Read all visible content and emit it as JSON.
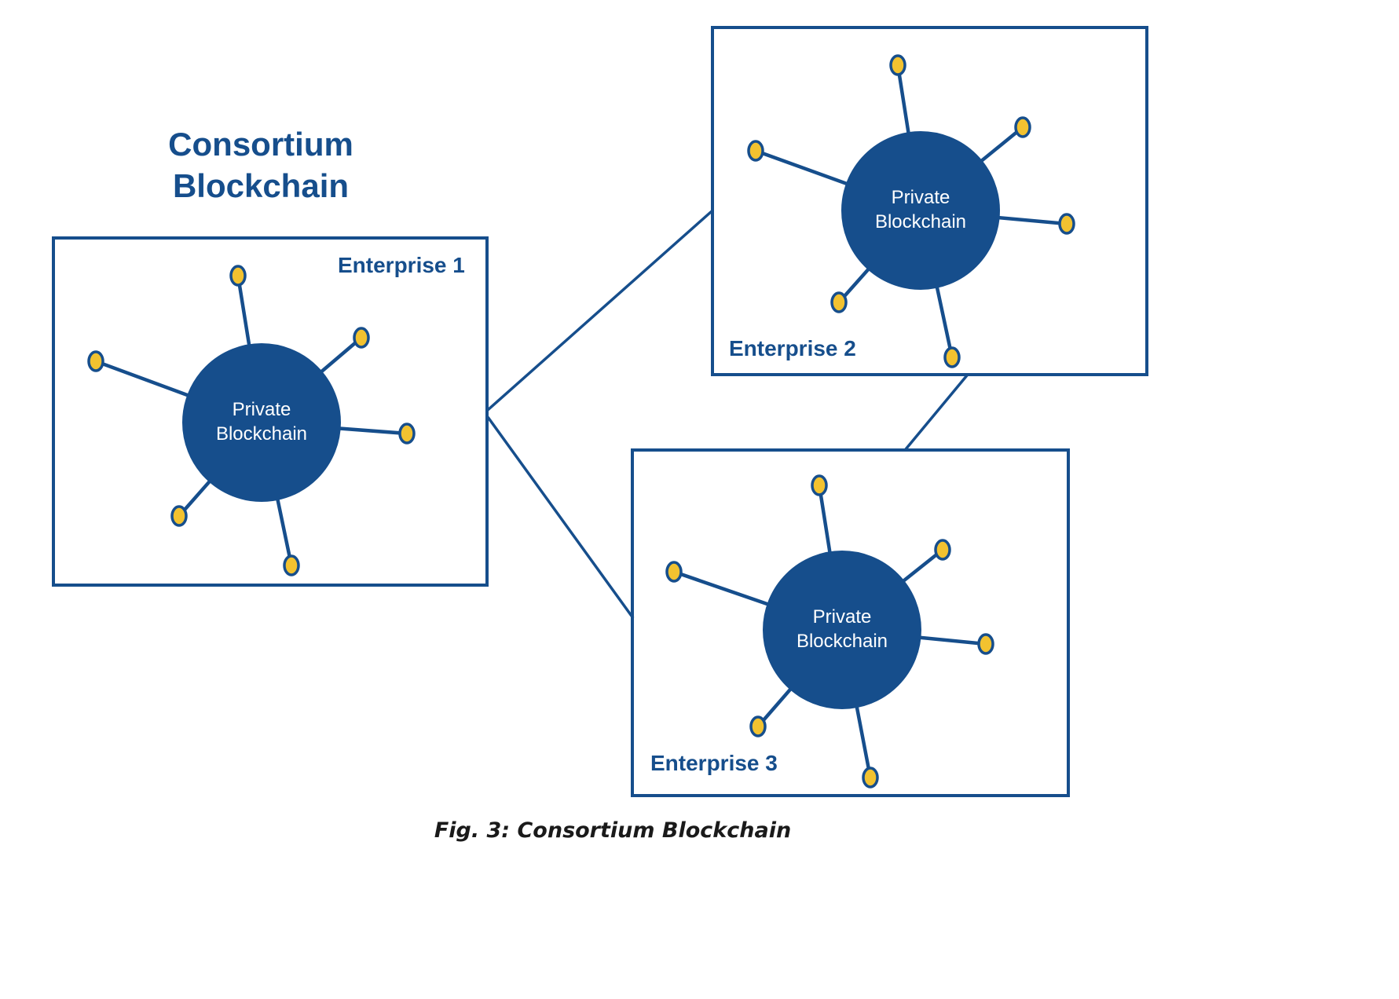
{
  "title": "Consortium Blockchain",
  "caption": "Fig. 3: Consortium Blockchain",
  "colors": {
    "navy": "#164E8C",
    "yellow": "#F2C230",
    "text": "#1a1a1a",
    "background": "#ffffff"
  },
  "enterprises": [
    {
      "label": "Enterprise 1",
      "hub_label": "Private Blockchain"
    },
    {
      "label": "Enterprise 2",
      "hub_label": "Private Blockchain"
    },
    {
      "label": "Enterprise 3",
      "hub_label": "Private Blockchain"
    }
  ]
}
